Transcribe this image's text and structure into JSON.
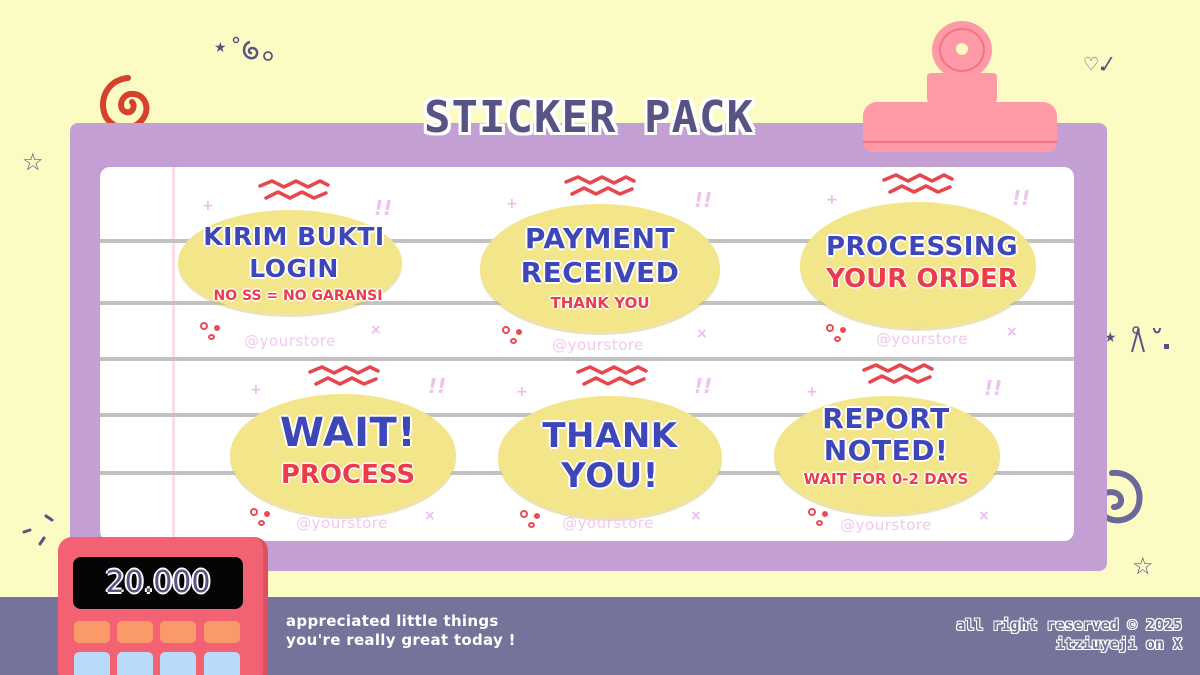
{
  "header": {
    "title": "STICKER PACK"
  },
  "stickers": [
    {
      "main_line1": "KIRIM BUKTI",
      "main_line2": "LOGIN",
      "sub": "NO SS = NO GARANSI",
      "handle": "@yourstore"
    },
    {
      "main_line1": "PAYMENT",
      "main_line2": "RECEIVED",
      "sub": "THANK YOU",
      "handle": "@yourstore"
    },
    {
      "main_line1": "PROCESSING",
      "main_line2": "",
      "sub": "YOUR ORDER",
      "handle": "@yourstore"
    },
    {
      "main_line1": "WAIT!",
      "main_line2": "",
      "sub": "PROCESS",
      "handle": "@yourstore"
    },
    {
      "main_line1": "THANK",
      "main_line2": "YOU!",
      "sub": "",
      "handle": "@yourstore"
    },
    {
      "main_line1": "REPORT",
      "main_line2": "NOTED!",
      "sub": "WAIT FOR 0-2 DAYS",
      "handle": "@yourstore"
    }
  ],
  "sticker_decor": {
    "exclaim": "!!",
    "plus": "+",
    "cross": "×",
    "squiggle_icon": "zigzag-lines"
  },
  "calculator": {
    "display": "20.000"
  },
  "footer": {
    "left_line1": "appreciated little things",
    "left_line2": "you're really great today !",
    "right_line1": "all right reserved © 2025",
    "right_line2": "itziuyeji on X"
  },
  "colors": {
    "background": "#fdfbc4",
    "frame": "#c49fd4",
    "paper": "#ffffff",
    "footer": "#74739a",
    "sticker_fill": "#f3e58a",
    "sticker_text_blue": "#3e47b8",
    "sticker_text_red": "#ec3c4c",
    "handle_text": "#f2c8f0",
    "clip": "#fe9aa7",
    "calculator": "#f36273"
  },
  "decorations": {
    "star_small": "★",
    "star_outline": "☆",
    "heart": "♡",
    "spiral": "spiral"
  }
}
